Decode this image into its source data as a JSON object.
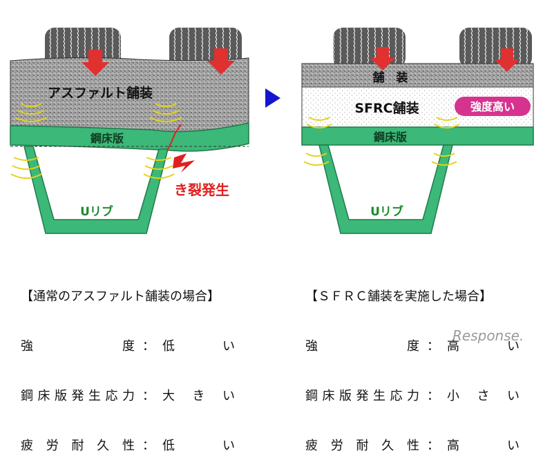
{
  "left_panel": {
    "pavement_label": "アスファルト舗装",
    "deck_label": "鋼床版",
    "rib_label": "Uリブ",
    "crack_label": "き裂発生"
  },
  "right_panel": {
    "pavement_label": "舗　装",
    "sfrc_label": "SFRC舗装",
    "strength_badge": "強度高い",
    "deck_label": "鋼床版",
    "rib_label": "Uリブ"
  },
  "left_caption": {
    "title": "【通常のアスファルト舗装の場合】",
    "rows": [
      {
        "key": "強度",
        "value": "低い"
      },
      {
        "key": "鋼床版発生応力",
        "value": "大きい"
      },
      {
        "key": "疲労耐久性",
        "value": "低い"
      }
    ]
  },
  "right_caption": {
    "title": "【ＳＦＲＣ舗装を実施した場合】",
    "rows": [
      {
        "key": "強度",
        "value": "高い"
      },
      {
        "key": "鋼床版発生応力",
        "value": "小さい"
      },
      {
        "key": "疲労耐久性",
        "value": "高い"
      }
    ]
  },
  "separator": "：",
  "watermark": "Response.",
  "colors": {
    "deck": "#3cb878",
    "deck_dark": "#1f7a4a",
    "rib_text": "#1a8a2a",
    "arrow": "#e03030",
    "crack": "#e02020",
    "badge": "#d6338f",
    "vibration": "#e6d21a",
    "play_triangle": "#1515d0",
    "tire": "#555555"
  }
}
